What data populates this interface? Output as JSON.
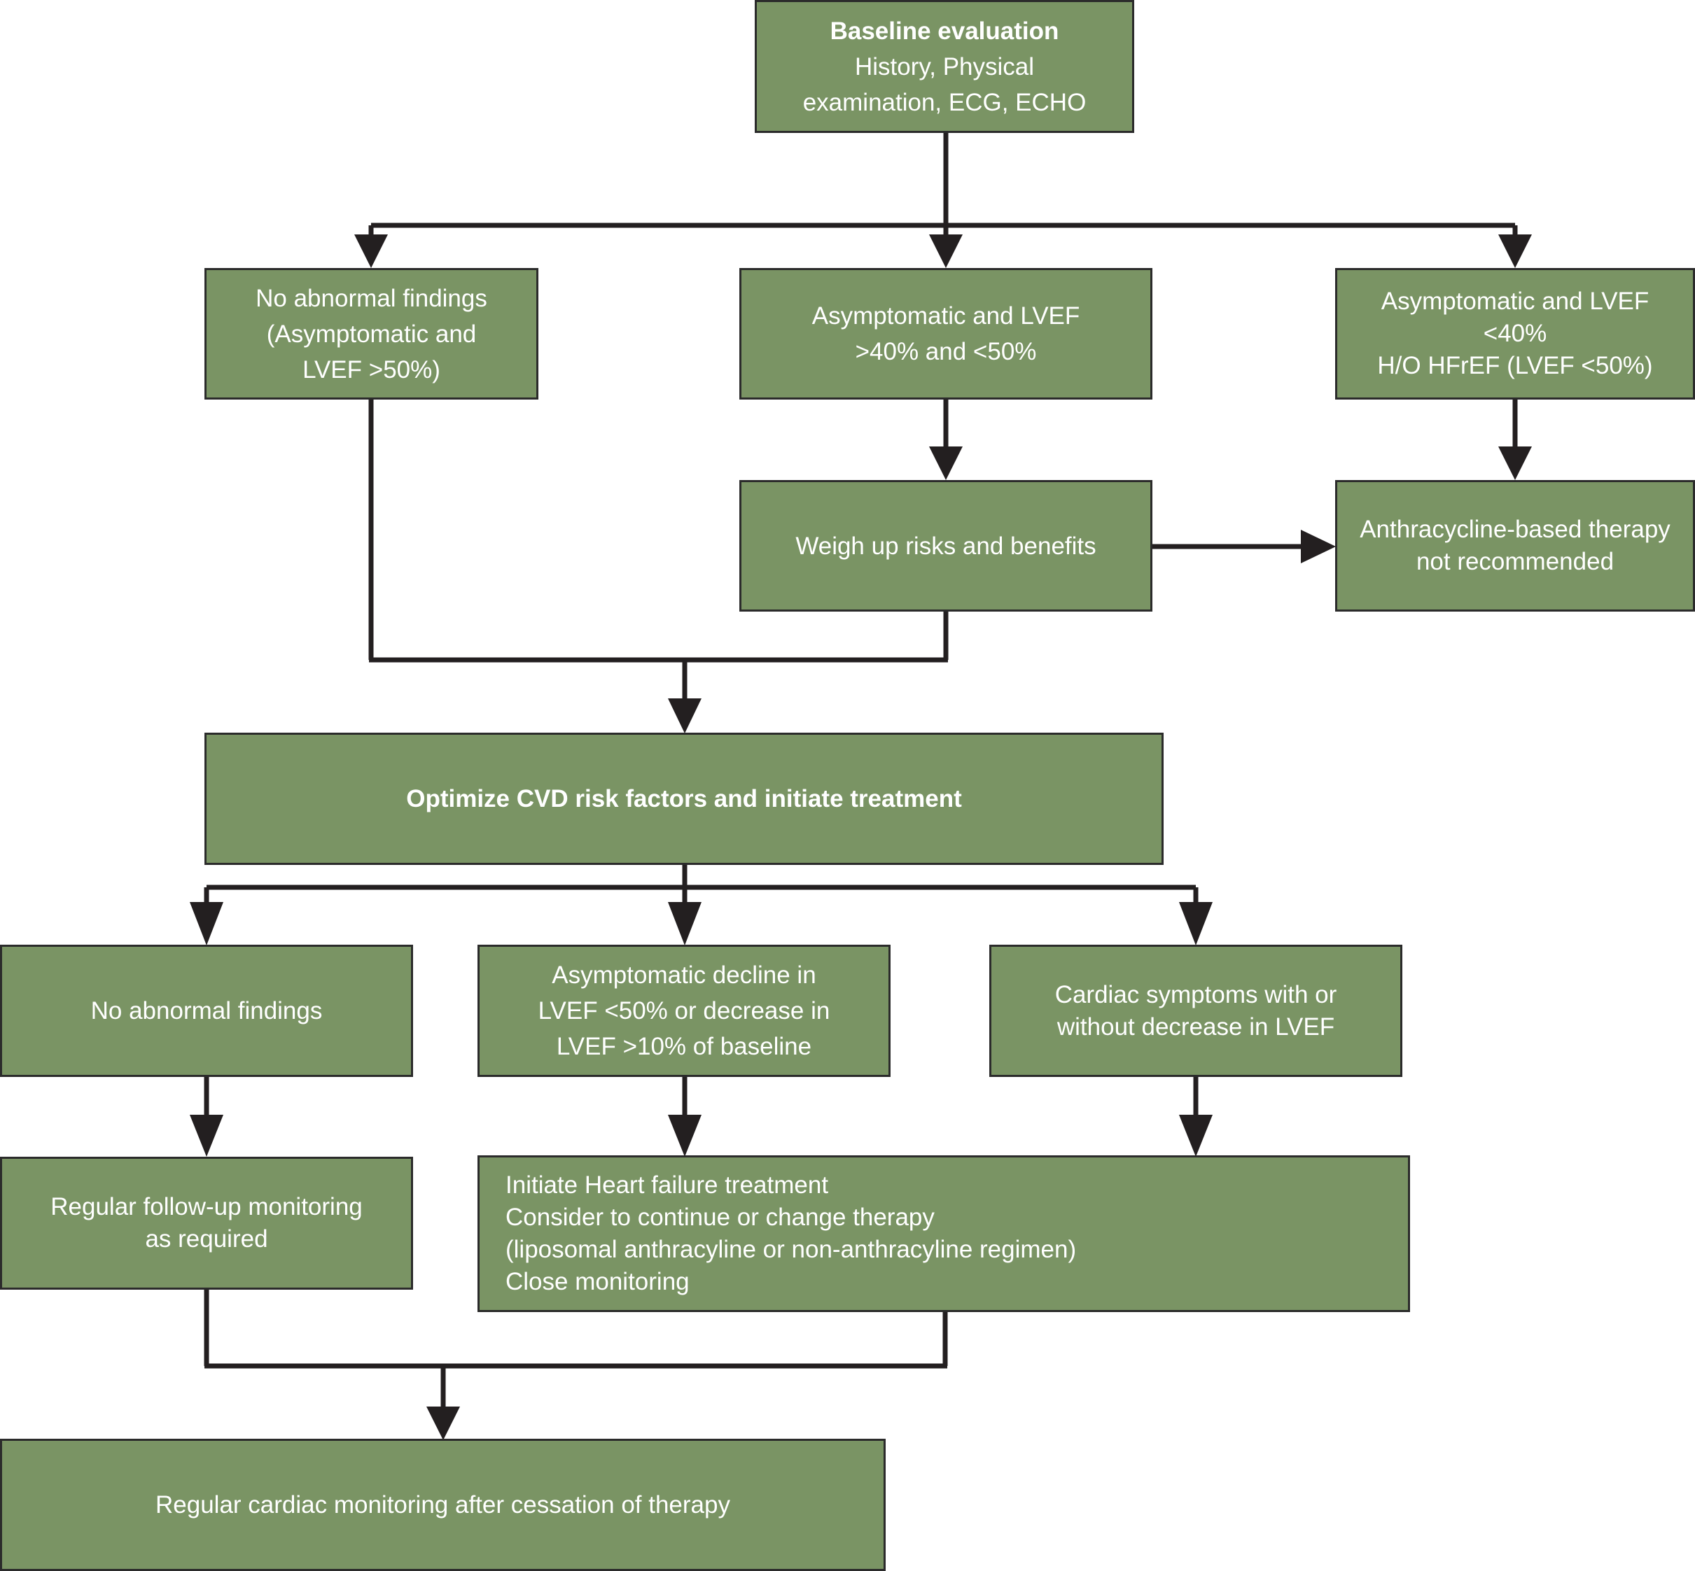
{
  "boxes": {
    "baseline": {
      "title": "Baseline evaluation",
      "lines": [
        "History, Physical",
        "examination, ECG, ECHO"
      ]
    },
    "no_abnormal_top": {
      "lines": [
        "No abnormal findings",
        "(Asymptomatic and",
        "LVEF >50%)"
      ]
    },
    "asymp_40_50": {
      "lines": [
        "Asymptomatic and LVEF",
        ">40% and <50%"
      ]
    },
    "asymp_lt40": {
      "lines": [
        "Asymptomatic and LVEF",
        "<40%",
        "H/O HFrEF (LVEF <50%)"
      ]
    },
    "weigh": {
      "lines": [
        "Weigh up risks and benefits"
      ]
    },
    "not_recommended": {
      "lines": [
        "Anthracycline-based therapy",
        "not recommended"
      ]
    },
    "optimize": {
      "title": "Optimize CVD risk factors and initiate treatment"
    },
    "no_abnormal_mid": {
      "lines": [
        "No abnormal findings"
      ]
    },
    "asymp_decline": {
      "lines": [
        "Asymptomatic decline in",
        "LVEF <50% or decrease in",
        "LVEF >10% of baseline"
      ]
    },
    "cardiac_symptoms": {
      "lines": [
        "Cardiac symptoms with or",
        "without decrease in LVEF"
      ]
    },
    "followup": {
      "lines": [
        "Regular follow-up monitoring",
        "as required"
      ]
    },
    "hf_treatment": {
      "lines": [
        "Initiate Heart failure treatment",
        "Consider to continue or change therapy",
        "(liposomal anthracyline or non-anthracyline regimen)",
        "Close monitoring"
      ]
    },
    "regular_cardiac": {
      "lines": [
        "Regular cardiac monitoring after cessation of therapy"
      ]
    }
  },
  "colors": {
    "box_fill": "#7a9464",
    "box_border": "#2b2b2b",
    "arrow": "#231f20",
    "text": "#ffffff"
  }
}
